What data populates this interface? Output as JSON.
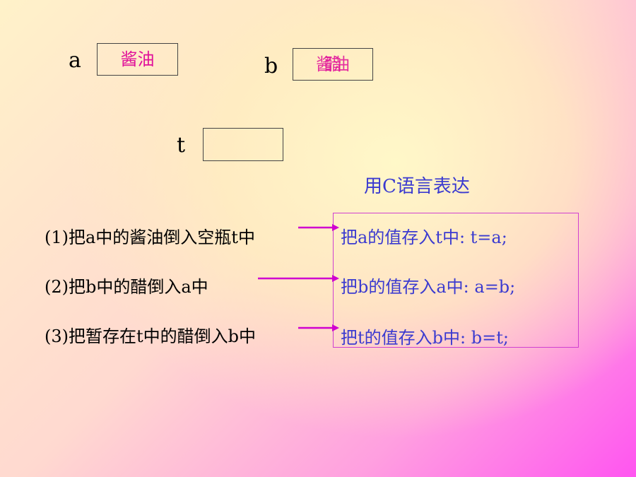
{
  "variables": {
    "a": {
      "name": "a",
      "content": "酱油"
    },
    "b": {
      "name": "b",
      "content": "醋",
      "overlay": "酱油"
    },
    "t": {
      "name": "t",
      "content": ""
    }
  },
  "c_title": "用C语言表达",
  "steps": [
    {
      "text": "(1)把a中的酱油倒入空瓶t中",
      "code": "把a的值存入t中:  t=a;"
    },
    {
      "text": "(2)把b中的醋倒入a中",
      "code": "把b的值存入a中:  a=b;"
    },
    {
      "text": "(3)把暂存在t中的醋倒入b中",
      "code": "把t的值存入b中:  b=t;"
    }
  ],
  "colors": {
    "box_text": "#e0109a",
    "code_text": "#3a3ad0",
    "arrow": "#d000d0",
    "code_border": "#d040d0"
  }
}
